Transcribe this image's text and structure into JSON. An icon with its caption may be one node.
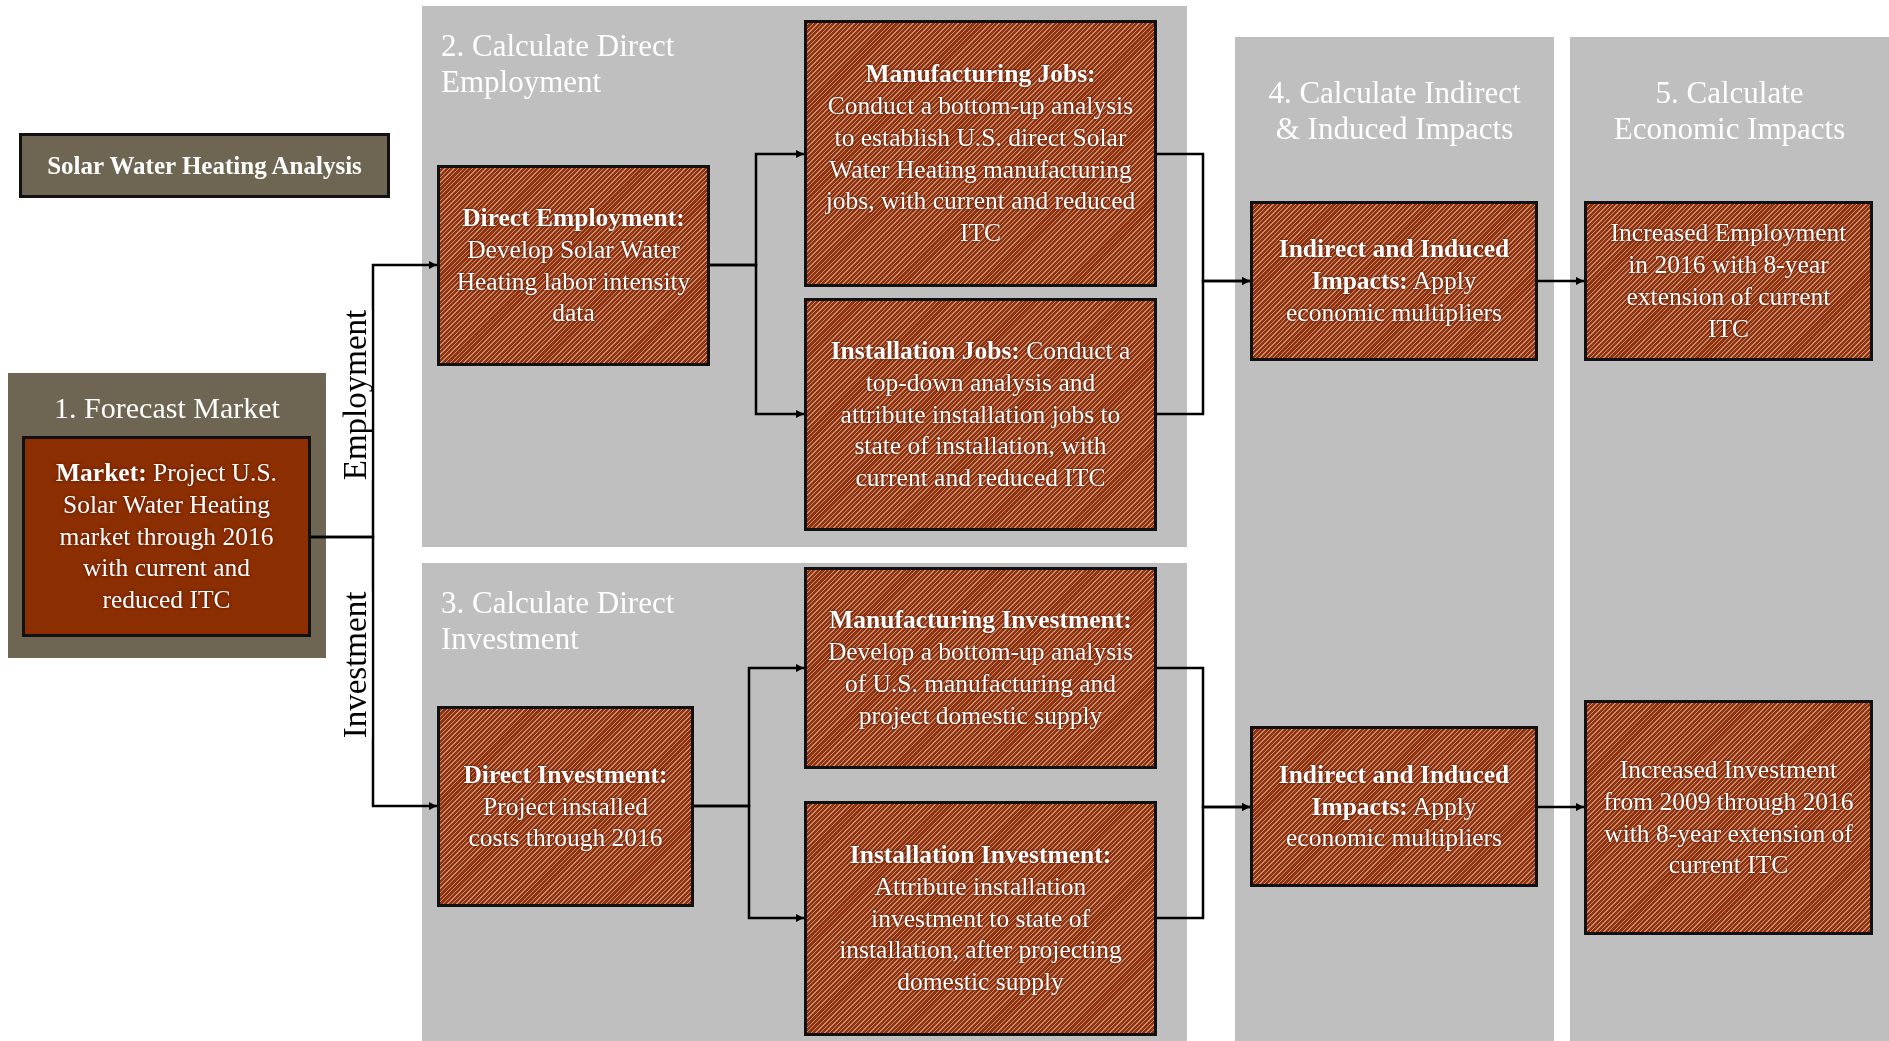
{
  "diagram": {
    "nodes": [
      {
        "text": [
          "Solar Water Heating Analysis"
        ]
      },
      {
        "text": [
          "1. Forecast Market"
        ]
      },
      {
        "text": [
          "**Market:** Project U.S. Solar Water Heating market through 2016 with current and reduced ITC"
        ],
        "in": 1
      },
      {
        "text": [
          "2. Calculate Direct Employment"
        ]
      },
      {
        "text": [
          "**Direct Employment:** Develop Solar Water Heating labor intensity data"
        ],
        "in": 3
      },
      {
        "text": [
          "**Manufacturing Jobs:** Conduct a bottom-up analysis to establish U.S. direct Solar Water Heating manufacturing jobs, with current and reduced ITC"
        ],
        "in": 3
      },
      {
        "text": [
          "**Installation Jobs:** Conduct a top-down analysis and attribute installation jobs to state of installation, with current and reduced ITC"
        ],
        "in": 3
      },
      {
        "text": [
          "3. Calculate Direct Investment"
        ]
      },
      {
        "text": [
          "**Direct Investment:** Project installed costs through 2016"
        ],
        "in": 7
      },
      {
        "text": [
          "**Manufacturing Investment:** Develop a bottom-up analysis of U.S. manufacturing and project domestic supply"
        ],
        "in": 7
      },
      {
        "text": [
          "**Installation Investment:** Attribute installation investment to state of installation, after projecting domestic supply"
        ],
        "in": 7
      },
      {
        "text": [
          "4. Calculate Indirect & Induced Impacts"
        ]
      },
      {
        "text": [
          "**Indirect and Induced Impacts:** Apply economic multipliers"
        ],
        "in": 11
      },
      {
        "text": [
          "**Indirect and Induced Impacts:** Apply economic multipliers"
        ],
        "in": 11
      },
      {
        "text": [
          "5. Calculate Economic Impacts"
        ]
      },
      {
        "text": [
          "Increased Employment in 2016 with 8-year extension of current ITC"
        ],
        "in": 14
      },
      {
        "text": [
          "Increased Investment from 2009 through 2016 with 8-year extension of current ITC"
        ],
        "in": 14
      }
    ],
    "edges": [
      {
        "from": 2,
        "to": 4,
        "arrow": "to",
        "label": "Employment"
      },
      {
        "from": 2,
        "to": 8,
        "arrow": "to",
        "label": "Investment"
      },
      {
        "from": 4,
        "to": 5,
        "arrow": "to"
      },
      {
        "from": 4,
        "to": 6,
        "arrow": "to"
      },
      {
        "from": 5,
        "to": 12,
        "arrow": "to"
      },
      {
        "from": 6,
        "to": 12,
        "arrow": "to"
      },
      {
        "from": 12,
        "to": 15,
        "arrow": "to"
      },
      {
        "from": 8,
        "to": 9,
        "arrow": "to"
      },
      {
        "from": 8,
        "to": 10,
        "arrow": "to"
      },
      {
        "from": 9,
        "to": 13,
        "arrow": "to"
      },
      {
        "from": 10,
        "to": 13,
        "arrow": "to"
      },
      {
        "from": 13,
        "to": 16,
        "arrow": "to"
      }
    ]
  }
}
